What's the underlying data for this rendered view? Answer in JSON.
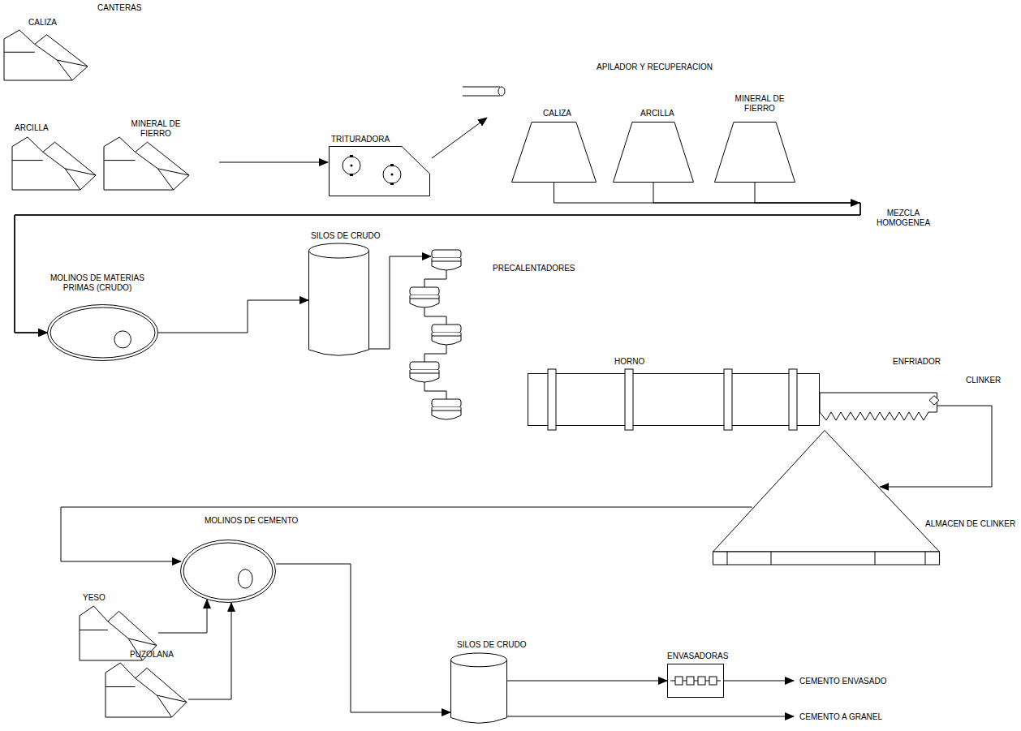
{
  "diagram": {
    "nodes": [
      {
        "text": [
          "CALIZA"
        ]
      },
      {
        "text": [
          "ARCILLA"
        ]
      },
      {
        "text": [
          "MINERAL DE FIERRO"
        ]
      },
      {
        "text": [
          "TRITURADORA"
        ]
      },
      {
        "text": [
          "CALIZA"
        ]
      },
      {
        "text": [
          "ARCILLA"
        ]
      },
      {
        "text": [
          "MINERAL DE FIERRO"
        ]
      },
      {
        "text": [
          "MOLINOS DE MATERIAS PRIMAS (CRUDO)"
        ]
      },
      {
        "text": [
          "SILOS DE CRUDO"
        ]
      },
      {
        "text": [
          "PRECALENTADORES"
        ]
      },
      {
        "text": [
          "HORNO"
        ]
      },
      {
        "text": [
          "ENFRIADOR"
        ]
      },
      {
        "text": [
          "ALMACEN DE CLINKER"
        ]
      },
      {
        "text": [
          "MOLINOS DE CEMENTO"
        ]
      },
      {
        "text": [
          "YESO"
        ]
      },
      {
        "text": [
          "PUZOLANA"
        ]
      },
      {
        "text": [
          "SILOS DE CRUDO"
        ]
      },
      {
        "text": [
          "ENVASADORAS"
        ]
      }
    ],
    "edges": [
      {
        "from": 2,
        "to": 3,
        "arrow": "to"
      },
      {
        "from": 4,
        "to": 7,
        "arrow": "to"
      },
      {
        "from": 5,
        "to": 7,
        "arrow": "to"
      },
      {
        "from": 6,
        "to": 7,
        "arrow": "to"
      },
      {
        "from": 7,
        "to": 8,
        "arrow": "to"
      },
      {
        "from": 8,
        "to": 9,
        "arrow": "to"
      },
      {
        "from": 11,
        "to": 10,
        "arrow": "to"
      },
      {
        "from": 11,
        "to": 12,
        "arrow": "to"
      },
      {
        "from": 12,
        "to": 13,
        "arrow": "to"
      },
      {
        "from": 14,
        "to": 13,
        "arrow": "to"
      },
      {
        "from": 15,
        "to": 13,
        "arrow": "to"
      },
      {
        "from": 13,
        "to": 16,
        "arrow": "to"
      },
      {
        "from": 16,
        "to": 17,
        "arrow": "to"
      }
    ],
    "labels": [
      "CANTERAS",
      "APILADOR Y RECUPERACION",
      "MEZCLA HOMOGENEA",
      "CLINKER",
      "CEMENTO ENVASADO",
      "CEMENTO A GRANEL"
    ]
  }
}
